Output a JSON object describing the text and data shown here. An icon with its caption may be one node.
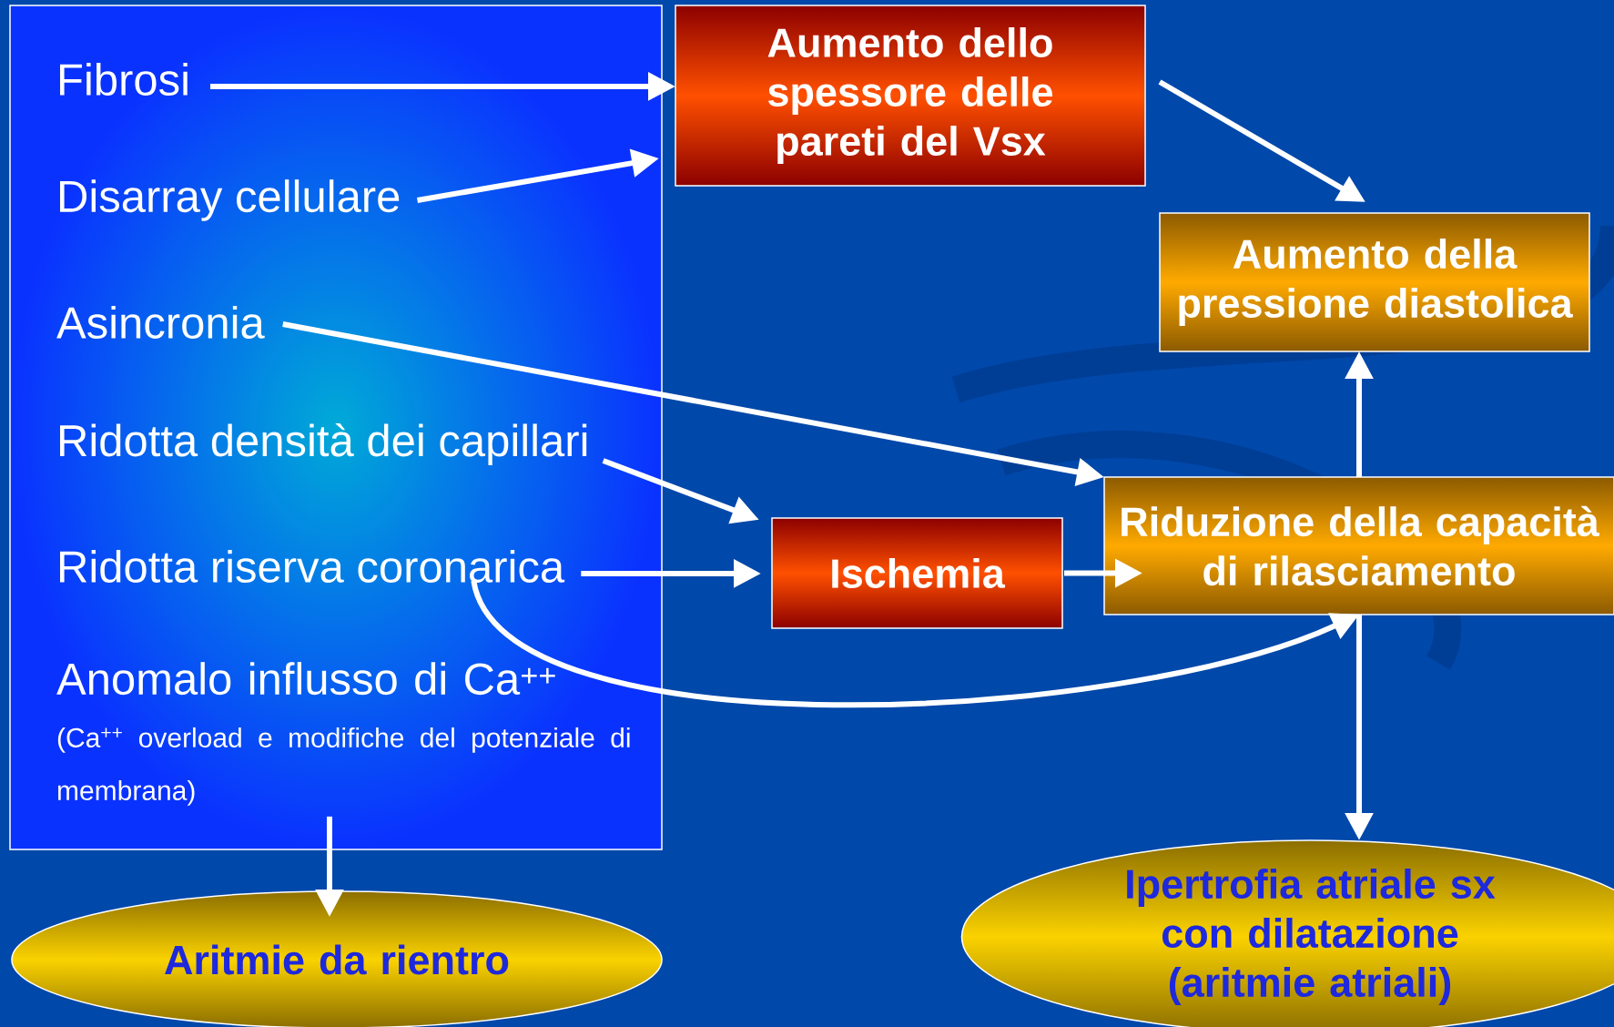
{
  "diagram": {
    "nodes": [
      {
        "text": [],
        "shape": "box"
      },
      {
        "text": [
          "Fibrosi"
        ],
        "in": 0
      },
      {
        "text": [
          "Disarray cellulare"
        ],
        "in": 0
      },
      {
        "text": [
          "Asincronia"
        ],
        "in": 0
      },
      {
        "text": [
          "Ridotta densità dei capillari"
        ],
        "in": 0
      },
      {
        "text": [
          "Ridotta riserva coronarica"
        ],
        "in": 0
      },
      {
        "text": [
          "Anomalo influsso di Ca$^{++}$",
          "(Ca$^{++}$ overload e modifiche del potenziale di membrana)"
        ],
        "in": 0
      },
      {
        "text": [
          "Aumento dello spessore delle pareti del Vsx"
        ]
      },
      {
        "text": [
          "Aumento della pressione diastolica"
        ]
      },
      {
        "text": [
          "Ischemia"
        ]
      },
      {
        "text": [
          "Riduzione della capacità di rilasciamento"
        ]
      },
      {
        "text": [
          "Aritmie da rientro"
        ]
      },
      {
        "text": [
          "Ipertrofia atriale sx con dilatazione (aritmie atriali)"
        ]
      }
    ],
    "edges": [
      {
        "from": 1,
        "to": 7,
        "arrow": "to"
      },
      {
        "from": 2,
        "to": 7,
        "arrow": "to"
      },
      {
        "from": 7,
        "to": 8,
        "arrow": "to"
      },
      {
        "from": 3,
        "to": 10,
        "arrow": "to"
      },
      {
        "from": 4,
        "to": 9,
        "arrow": "to"
      },
      {
        "from": 5,
        "to": 9,
        "arrow": "to"
      },
      {
        "from": 9,
        "to": 10,
        "arrow": "to"
      },
      {
        "from": 10,
        "to": 8,
        "arrow": "to"
      },
      {
        "from": 10,
        "to": 12,
        "arrow": "to"
      },
      {
        "from": 5,
        "to": 10,
        "arrow": "to"
      },
      {
        "from": 6,
        "to": 11,
        "arrow": "to"
      }
    ]
  }
}
